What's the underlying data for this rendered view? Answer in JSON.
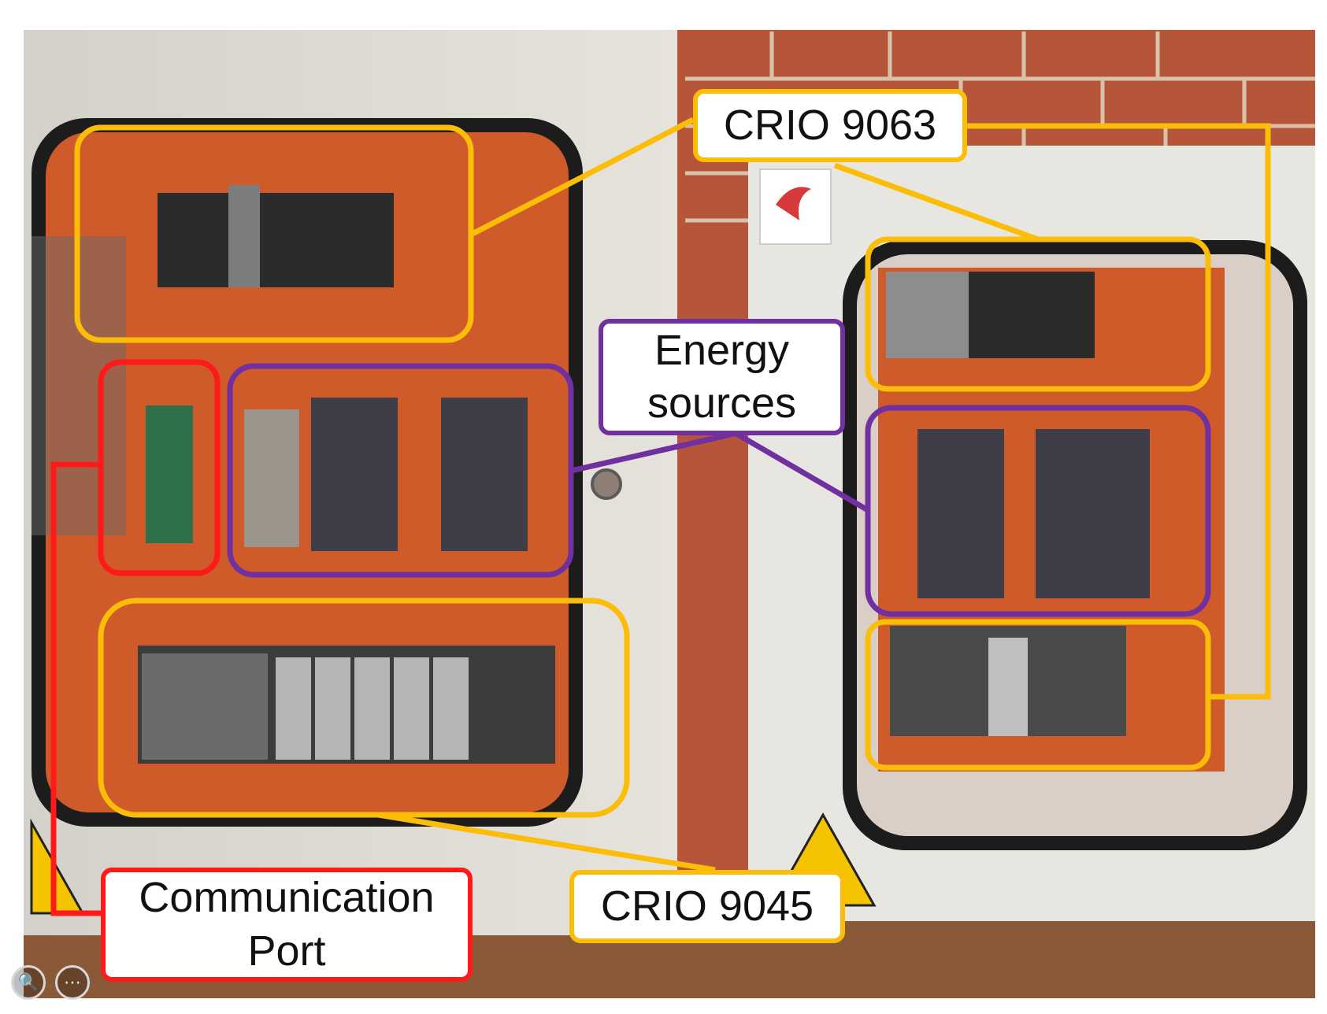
{
  "labels": {
    "crio_9063": "CRIO 9063",
    "energy_sources": "Energy sources",
    "communication_port": "Communication Port",
    "crio_9045": "CRIO 9045"
  },
  "colors": {
    "crio": "#fbbd08",
    "energy": "#7030a0",
    "communication": "#ff1a1a",
    "panel_interior": "#cf5a2a",
    "cabinet": "#e6e3dc",
    "wall": "#b5553a"
  },
  "icons": {
    "zoom": "magnifier-icon",
    "more": "more-options-icon"
  }
}
